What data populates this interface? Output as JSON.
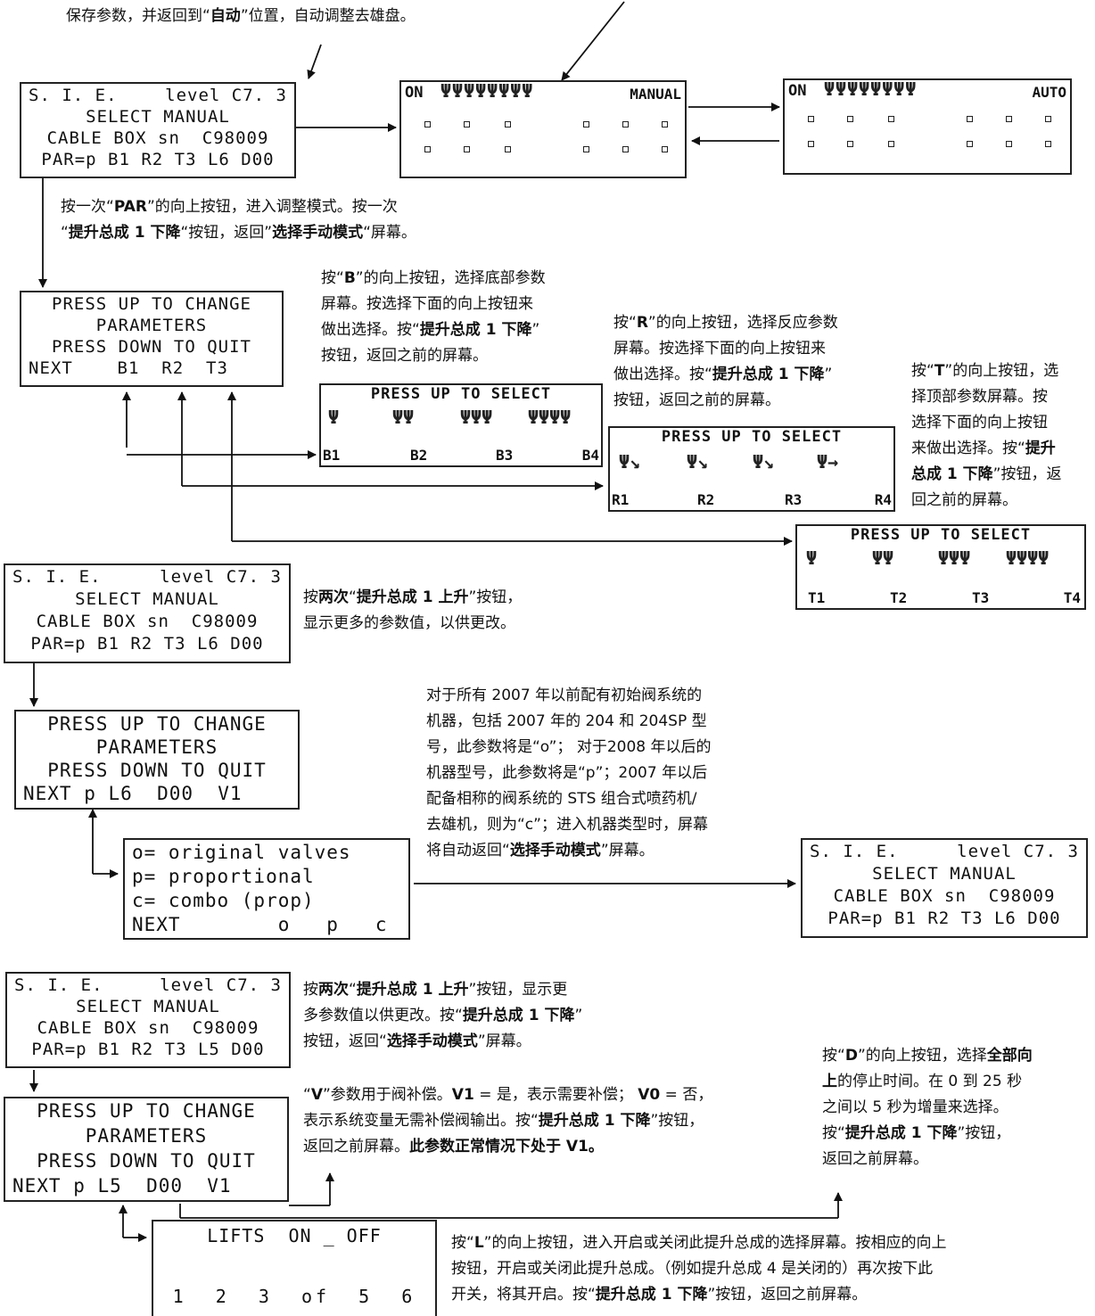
{
  "top_note": {
    "pre": "保存参数，并返回到“",
    "bold": "自动",
    "post": "”位置，自动调整去雄盘。"
  },
  "lcd_select": {
    "line1_left": "S. I. E.",
    "line1_right": "level C7. 3",
    "line2": "SELECT MANUAL",
    "line3": "CABLE BOX sn  C98009",
    "line4": "PAR=p B1 R2 T3 L6 D00",
    "line4_l5": "PAR=p B1 R2 T3 L5 D00"
  },
  "lift_manual": {
    "left": "ON",
    "right": "MANUAL"
  },
  "lift_auto": {
    "left": "ON",
    "right": "AUTO"
  },
  "note_par": {
    "l1_pre": "按一次“",
    "l1_b": "PAR",
    "l1_post": "”的向上按钮，进入调整模式。按一次",
    "l2_q1": "“",
    "l2_b1": "提升总成 1 下降",
    "l2_mid": "“按钮，返回”",
    "l2_b2": "选择手动模式",
    "l2_post": "“屏幕。"
  },
  "lcd_press": {
    "line1": "PRESS UP TO CHANGE",
    "line2": "PARAMETERS",
    "line3": "PRESS DOWN TO QUIT",
    "line4a": "NEXT    B1  R2  T3",
    "line4b": "NEXT p L6  D00  V1",
    "line4c": "NEXT p L5  D00  V1"
  },
  "note_b": {
    "l1_pre": "按“",
    "l1_b": "B",
    "l1_post": "”的向上按钮，选择底部参数",
    "l2": "屏幕。按选择下面的向上按钮来",
    "l3_pre": "做出选择。按“",
    "l3_b": "提升总成 1 下降",
    "l3_post": "”",
    "l4": "按钮，返回之前的屏幕。"
  },
  "note_r": {
    "l1_pre": "按“",
    "l1_b": "R",
    "l1_post": "”的向上按钮，选择反应参数",
    "l2": "屏幕。按选择下面的向上按钮来",
    "l3_pre": "做出选择。按“",
    "l3_b": "提升总成 1 下降",
    "l3_post": "”",
    "l4": "按钮，返回之前的屏幕。"
  },
  "note_t": {
    "l1_pre": "按“",
    "l1_b": "T",
    "l1_post": "”的向上按钮，选",
    "l2": "择顶部参数屏幕。按",
    "l3": "选择下面的向上按钮",
    "l4_pre": "来做出选择。按“",
    "l4_b": "提升",
    "l5_b": "总成 1 下降",
    "l5_post": "”按钮，返",
    "l6": "回之前的屏幕。"
  },
  "select_b": {
    "title": "PRESS UP TO SELECT",
    "labels": [
      "B1",
      "B2",
      "B3",
      "B4"
    ]
  },
  "select_r": {
    "title": "PRESS UP TO SELECT",
    "labels": [
      "R1",
      "R2",
      "R3",
      "R4"
    ]
  },
  "select_t": {
    "title": "PRESS UP TO SELECT",
    "labels": [
      "T1",
      "T2",
      "T3",
      "T4"
    ]
  },
  "note_twice1": {
    "l1_pre": "按",
    "l1_b1": "两次",
    "l1_mid": "“",
    "l1_b2": "提升总成 1 上升",
    "l1_post": "”按钮，",
    "l2": "显示更多的参数值，以供更改。"
  },
  "note_valve": {
    "l1": "对于所有 2007 年以前配有初始阀系统的",
    "l2": "机器，包括 2007 年的 204 和 204SP 型",
    "l3": "号，此参数将是“o”；  对于2008 年以后的",
    "l4": "机器型号，此参数将是“p”；2007 年以后",
    "l5": "配备相称的阀系统的 STS 组合式喷药机/",
    "l6": "去雄机，则为“c”；进入机器类型时，屏幕",
    "l7_pre": "将自动返回“",
    "l7_b": "选择手动模式",
    "l7_post": "”屏幕。"
  },
  "lcd_valves": {
    "line1": "o= original valves",
    "line2": "p= proportional",
    "line3": "c= combo (prop)",
    "line4": "NEXT        o   p   c"
  },
  "note_twice2": {
    "l1_pre": "按",
    "l1_b1": "两次",
    "l1_mid": "“",
    "l1_b2": "提升总成 1 上升",
    "l1_post": "”按钮，显示更",
    "l2_pre": "多参数值以供更改。按“",
    "l2_b": "提升总成 1 下降",
    "l2_post": "”",
    "l3_pre": "按钮，返回“",
    "l3_b": "选择手动模式",
    "l3_post": "”屏幕。"
  },
  "note_v": {
    "l1_pre": "“",
    "l1_b1": "V",
    "l1_mid": "”参数用于阀补偿。",
    "l1_b2": "V1",
    "l1_mid2": " = 是，表示需要补偿；  ",
    "l1_b3": "V0",
    "l1_post": " = 否，",
    "l2_pre": "表示系统变量无需补偿阀输出。按“",
    "l2_b": "提升总成 1 下降",
    "l2_post": "”按钮，",
    "l3_pre": "返回之前屏幕。",
    "l3_b": "此参数正常情况下处于 V1。"
  },
  "note_d": {
    "l1_pre": "按“",
    "l1_b1": "D",
    "l1_mid": "”的向上按钮，选择",
    "l1_b2": "全部向",
    "l2_b": "上",
    "l2_post": "的停止时间。在 0 到 25 秒",
    "l3": "之间以 5 秒为增量来选择。",
    "l4_pre": "按“",
    "l4_b": "提升总成 1 下降",
    "l4_post": "”按钮，",
    "l5": "返回之前屏幕。"
  },
  "lcd_lifts": {
    "line1": "LIFTS  ON _ OFF",
    "line2": "1  2  3  of  5  6"
  },
  "note_l": {
    "l1_pre": "按“",
    "l1_b": "L",
    "l1_post": "”的向上按钮，进入开启或关闭此提升总成的选择屏幕。按相应的向上",
    "l2": "按钮，开启或关闭此提升总成。（例如提升总成 4 是关闭的）再次按下此",
    "l3_pre": "开关，将其开启。按“",
    "l3_b": "提升总成 1 下降",
    "l3_post": "”按钮，返回之前屏幕。"
  }
}
